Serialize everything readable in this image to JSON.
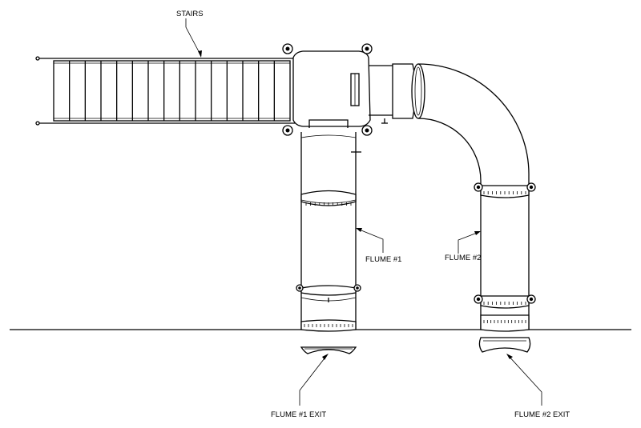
{
  "labels": {
    "stairs": "STAIRS",
    "flume1": "FLUME #1",
    "flume2": "FLUME #2",
    "flume1_exit": "FLUME #1 EXIT",
    "flume2_exit": "FLUME #2 EXIT"
  }
}
